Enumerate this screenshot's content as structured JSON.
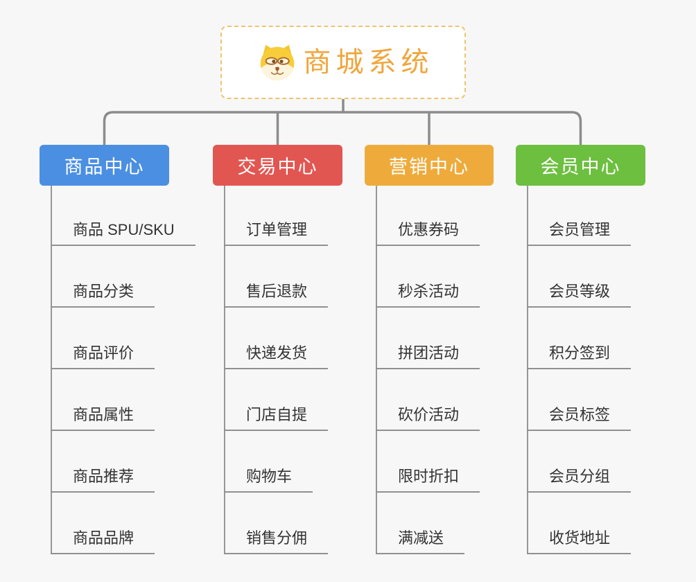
{
  "root": {
    "title": "商城系统",
    "icon": "doge-face-icon",
    "accent_text_color": "#f0a63c",
    "border_color": "#f0c36e"
  },
  "branches": [
    {
      "label": "商品中心",
      "color": "#4b8fe2",
      "items": [
        "商品 SPU/SKU",
        "商品分类",
        "商品评价",
        "商品属性",
        "商品推荐",
        "商品品牌"
      ]
    },
    {
      "label": "交易中心",
      "color": "#e25652",
      "items": [
        "订单管理",
        "售后退款",
        "快递发货",
        "门店自提",
        "购物车",
        "销售分佣"
      ]
    },
    {
      "label": "营销中心",
      "color": "#eeab3c",
      "items": [
        "优惠券码",
        "秒杀活动",
        "拼团活动",
        "砍价活动",
        "限时折扣",
        "满减送"
      ]
    },
    {
      "label": "会员中心",
      "color": "#6dbf40",
      "items": [
        "会员管理",
        "会员等级",
        "积分签到",
        "会员标签",
        "会员分组",
        "收货地址"
      ]
    }
  ],
  "appearance": {
    "background_color": "#f7f7f7",
    "connector_color": "#8c8c8c",
    "leaf_line_color": "#909090",
    "leaf_text_color": "#333333"
  }
}
